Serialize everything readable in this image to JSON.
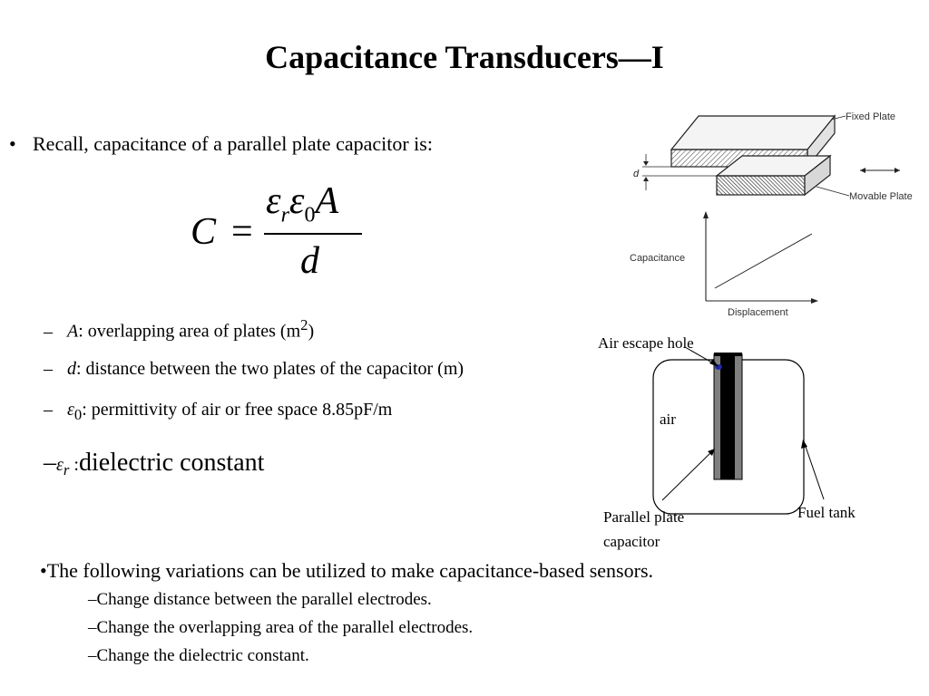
{
  "title": "Capacitance Transducers—I",
  "bullet1": {
    "marker": "•",
    "text": "Recall, capacitance of a parallel plate capacitor is:"
  },
  "formula": {
    "lhs": "C",
    "equals": "=",
    "epsilon": "ε",
    "sub_r": "r",
    "sub_0": "0",
    "area_symbol": "A",
    "denominator": "d"
  },
  "definitions": [
    {
      "dash": "–",
      "symbol": "A",
      "text": ": overlapping area of plates (m",
      "sup": "2",
      "tail": ")"
    },
    {
      "dash": "–",
      "symbol": "d",
      "text": ": distance between the two plates of the capacitor (m)"
    },
    {
      "dash": "–",
      "symbol": "ε",
      "sub": "0",
      "text": ": permittivity of air or free space 8.85pF/m"
    },
    {
      "dash": "–",
      "symbol": "ε",
      "sub": "r",
      "colon": ":",
      "text": "dielectric constant"
    }
  ],
  "plate_figure": {
    "fixed_plate": "Fixed Plate",
    "movable_plate": "Movable Plate",
    "d_label": "d",
    "y_axis": "Capacitance",
    "x_axis": "Displacement"
  },
  "tank_figure": {
    "air_escape_hole": "Air escape hole",
    "air": "air",
    "parallel_plate_line1": "Parallel plate",
    "parallel_plate_line2": "capacitor",
    "fuel_tank": "Fuel tank"
  },
  "bullet2": "•The following variations can be utilized to make capacitance-based sensors.",
  "sub_bullets": [
    "–Change distance between the parallel electrodes.",
    "–Change the overlapping area of the parallel electrodes.",
    "–Change the dielectric constant."
  ]
}
